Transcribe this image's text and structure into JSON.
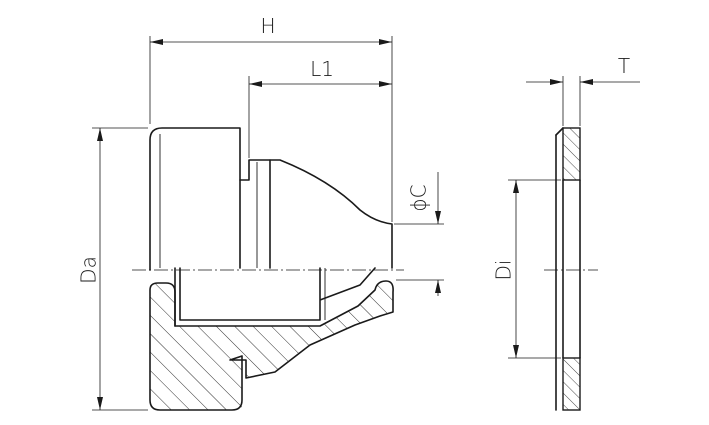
{
  "drawing": {
    "labels": {
      "H": "H",
      "L1": "L1",
      "T": "T",
      "Da": "Da",
      "Di": "Di",
      "C": "ϕC"
    },
    "colors": {
      "line": "#1a1a1a",
      "background": "#ffffff"
    }
  }
}
